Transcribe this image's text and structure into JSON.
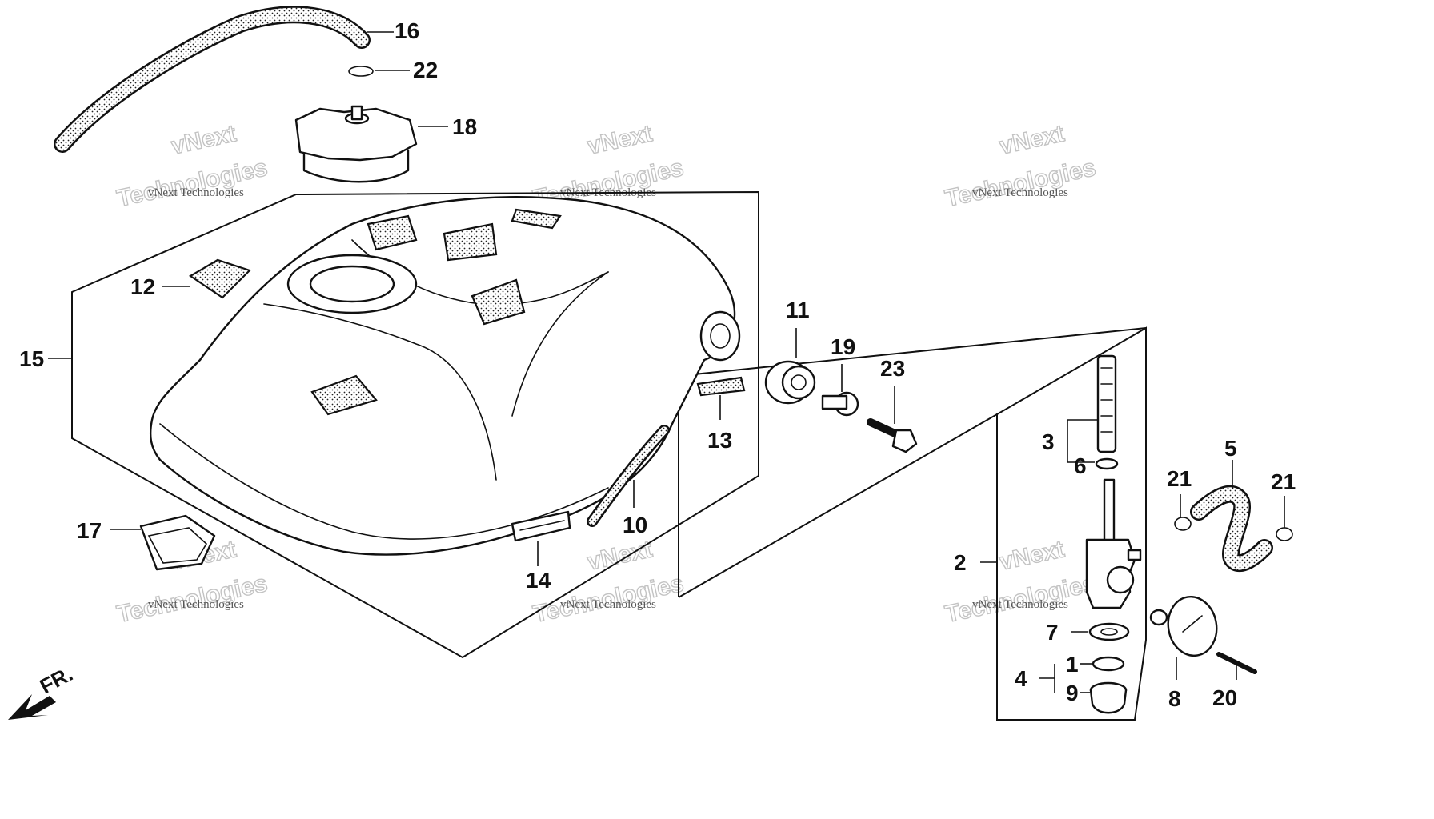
{
  "diagram": {
    "callouts": {
      "c1": "1",
      "c2": "2",
      "c3": "3",
      "c4": "4",
      "c5": "5",
      "c6": "6",
      "c7": "7",
      "c8": "8",
      "c9": "9",
      "c10": "10",
      "c11": "11",
      "c12": "12",
      "c13": "13",
      "c14": "14",
      "c15": "15",
      "c16": "16",
      "c17": "17",
      "c18": "18",
      "c19": "19",
      "c20": "20",
      "c21a": "21",
      "c21b": "21",
      "c22": "22",
      "c23": "23"
    },
    "direction_label": "FR.",
    "watermark": {
      "line1": "vNext Technologies",
      "line2": "vNext",
      "line3": "Technologies"
    }
  }
}
